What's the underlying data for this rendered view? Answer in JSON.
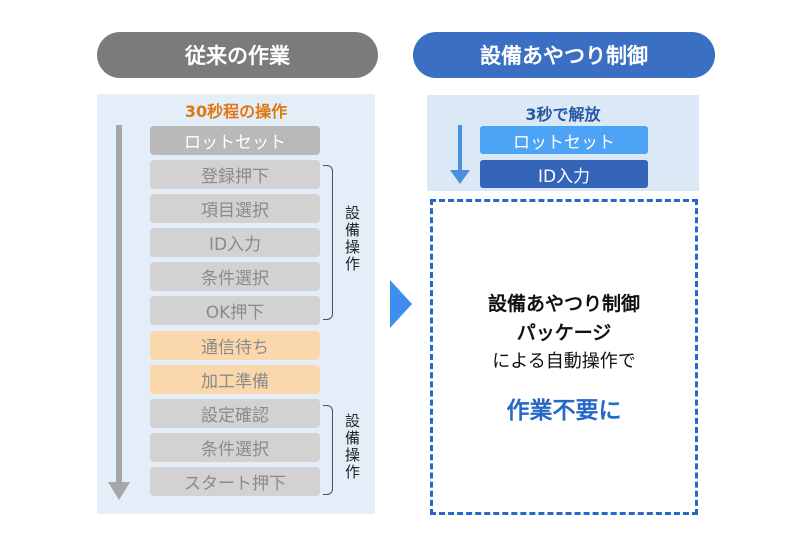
{
  "left": {
    "header": "従来の作業",
    "caption": "30秒程の操作",
    "steps": [
      "ロットセット",
      "登録押下",
      "項目選択",
      "ID入力",
      "条件選択",
      "OK押下",
      "通信待ち",
      "加工準備",
      "設定確認",
      "条件選択",
      "スタート押下"
    ],
    "brace_label_1": "設備操作",
    "brace_label_2": "設備操作"
  },
  "right": {
    "header": "設備あやつり制御",
    "caption": "3秒で解放",
    "steps": [
      "ロットセット",
      "ID入力"
    ],
    "box_line1": "設備あやつり制御",
    "box_line2": "パッケージ",
    "box_line3": "による自動操作で",
    "box_result": "作業不要に"
  },
  "colors": {
    "left_header": "#7b7b7b",
    "right_header": "#3a6fc3",
    "caption_left": "#e07812",
    "accent_blue": "#2468c8",
    "step_orange": "#fbd7ac"
  }
}
